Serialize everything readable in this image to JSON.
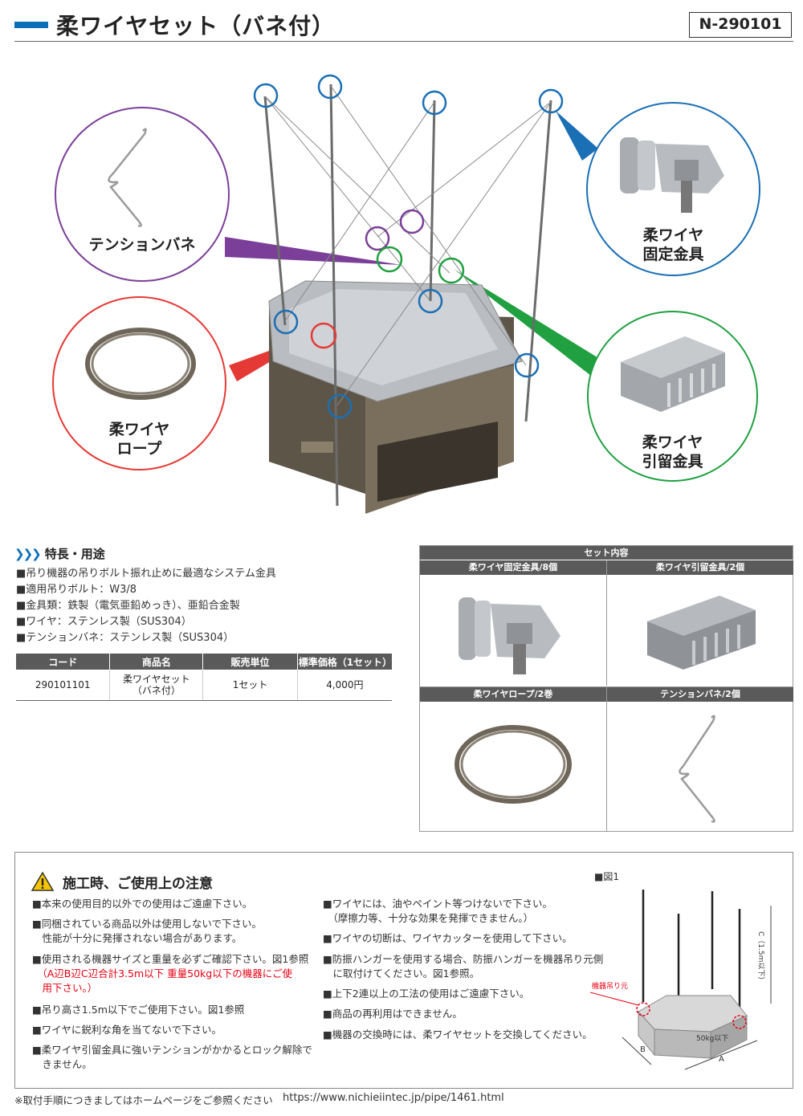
{
  "header": {
    "title": "柔ワイヤセット（バネ付）",
    "code": "N-290101",
    "accent_color": "#0b6fb8"
  },
  "hero": {
    "callouts": [
      {
        "label": "テンションバネ",
        "color": "#7b3f99"
      },
      {
        "label": "柔ワイヤ\n固定金具",
        "color": "#1a6fb5"
      },
      {
        "label": "柔ワイヤ\nロープ",
        "color": "#e53935"
      },
      {
        "label": "柔ワイヤ\n引留金具",
        "color": "#20a040"
      }
    ]
  },
  "features": {
    "heading": "特長・用途",
    "items": [
      "■吊り機器の吊りボルト振れ止めに最適なシステム金具",
      "■適用吊りボルト：W3/8",
      "■金具類：鉄製（電気亜鉛めっき）、亜鉛合金製",
      "■ワイヤ：ステンレス製（SUS304）",
      "■テンションバネ：ステンレス製（SUS304）"
    ]
  },
  "spec_table": {
    "headers": [
      "コード",
      "商品名",
      "販売単位",
      "標準価格（1セット）"
    ],
    "rows": [
      [
        "290101101",
        "柔ワイヤセット\n（バネ付）",
        "1セット",
        "4,000円"
      ]
    ]
  },
  "set_contents": {
    "title": "セット内容",
    "items": [
      "柔ワイヤ固定金具/8個",
      "柔ワイヤ引留金具/2個",
      "柔ワイヤロープ/2巻",
      "テンションバネ/2個"
    ]
  },
  "caution": {
    "title": "施工時、ご使用上の注意",
    "left": [
      {
        "text": "■本来の使用目的以外での使用はご遠慮下さい。",
        "red": false
      },
      {
        "text": "■同梱されている商品以外は使用しないで下さい。\n　性能が十分に発揮されない場合があります。",
        "red": false
      },
      {
        "text": "■使用される機器サイズと重量を必ずご確認下さい。図1参照",
        "red": false
      },
      {
        "text": "　（A辺B辺C辺合計3.5m以下 重量50kg以下の機器にご使\n　用下さい。）",
        "red": true
      },
      {
        "text": "■吊り高さ1.5m以下でご使用下さい。図1参照",
        "red": false
      },
      {
        "text": "■ワイヤに鋭利な角を当てないで下さい。",
        "red": false
      },
      {
        "text": "■柔ワイヤ引留金具に強いテンションがかかるとロック解除で\n　きません。",
        "red": false
      }
    ],
    "right": [
      "■ワイヤには、油やペイント等つけないで下さい。\n　（摩擦力等、十分な効果を発揮できません。）",
      "■ワイヤの切断は、ワイヤカッターを使用して下さい。",
      "■防振ハンガーを使用する場合、防振ハンガーを機器吊り元側\n　に取付けてください。図1参照。",
      "■上下2連以上の工法の使用はご遠慮下さい。",
      "■商品の再利用はできません。",
      "■機器の交換時には、柔ワイヤセットを交換してください。"
    ]
  },
  "figure1": {
    "label": "■図1",
    "hang_point_label": "機器吊り元",
    "height_label": "C（1.5m以下）",
    "weight_label": "50kg以下",
    "a_label": "A",
    "b_label": "B"
  },
  "footer": {
    "note": "※取付手順につきましてはホームページをご参照ください",
    "url": "https://www.nichieiintec.jp/pipe/1461.html"
  }
}
